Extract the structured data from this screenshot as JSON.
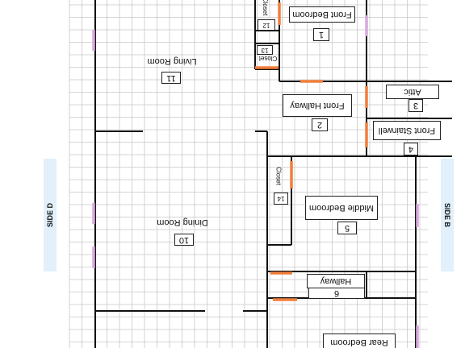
{
  "sides": {
    "left": "SIDE D",
    "right": "SIDE B"
  },
  "rooms": {
    "front_bedroom": {
      "name": "Front Bedroom",
      "number": "1"
    },
    "front_hallway": {
      "name": "Front Hallway",
      "number": "2"
    },
    "attic": {
      "name": "Attic",
      "number": "3"
    },
    "front_stairwell": {
      "name": "Front Stairwell",
      "number": "4"
    },
    "middle_bedroom": {
      "name": "Middle Bedroom",
      "number": "5"
    },
    "hallway": {
      "name": "Hallway",
      "number": "6"
    },
    "dining_room": {
      "name": "Dining Room",
      "number": "10"
    },
    "living_room": {
      "name": "Living Room",
      "number": "11"
    },
    "closet_12": {
      "name": "Closet",
      "number": "12"
    },
    "closet_13": {
      "name": "Closet",
      "number": "13"
    },
    "closet_14": {
      "name": "Closet",
      "number": "14"
    },
    "rear_bedroom": {
      "name": "Rear Bedroom"
    }
  },
  "colors": {
    "door": "#f07f3c",
    "window": "#d9a8de",
    "wall": "#111111",
    "grid": "#c8c8c8",
    "tab": "#e1f0fa"
  }
}
